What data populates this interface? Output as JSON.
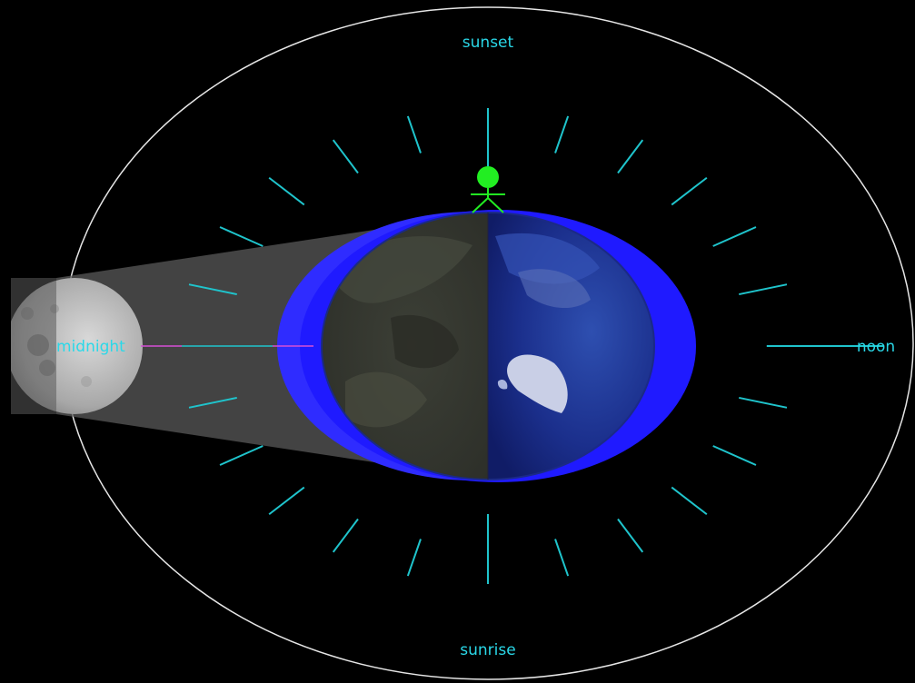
{
  "labels": {
    "sunset": "sunset",
    "sunrise": "sunrise",
    "noon": "noon",
    "midnight": "midnight"
  },
  "colors": {
    "background": "#000000",
    "orbit": "#e6e6e6",
    "tick": "#1fc4cc",
    "label": "#2ad8e8",
    "atmosphere": "#2f2cff",
    "earth_day": "#1a2e8a",
    "earth_night": "#3a3a32",
    "shadow": "#5a5a5a",
    "observer": "#22ee22",
    "moon_line": "#d64fd6"
  },
  "icons": {
    "observer": "stick-figure-icon",
    "earth": "earth-globe-icon",
    "moon": "moon-icon"
  }
}
